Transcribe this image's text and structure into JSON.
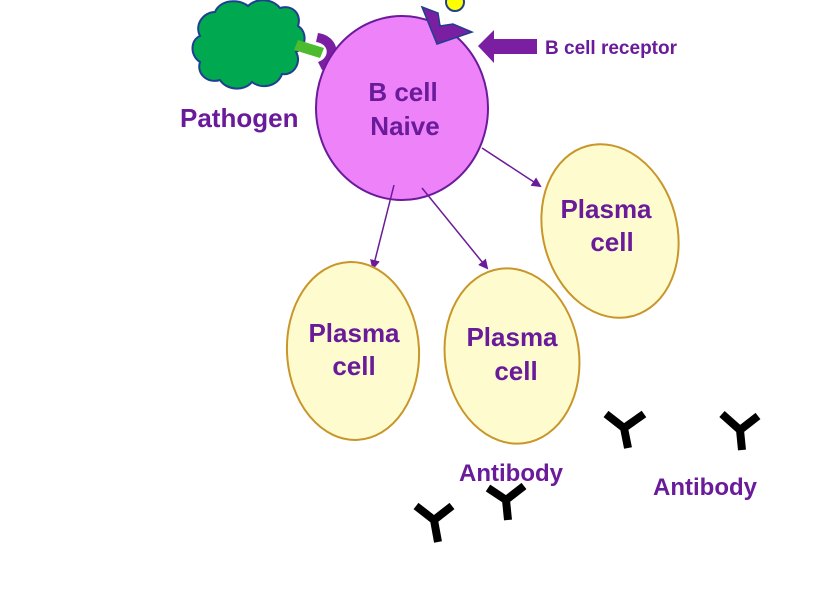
{
  "diagram": {
    "title": "B cell activation and antibody production",
    "colors": {
      "text": "#6a1b9a",
      "bcell_fill": "#ee82f8",
      "bcell_stroke": "#6a1b9a",
      "plasma_fill": "#fefccf",
      "plasma_stroke": "#c8962a",
      "pathogen_fill": "#00a84f",
      "pathogen_stroke": "#1f3f8f",
      "stem": "#4cbb2e",
      "receptor": "#7a1fa2",
      "antigen": "#ffff00",
      "antibody": "#000000"
    },
    "labels": {
      "pathogen": "Pathogen",
      "bcell_line1": "B cell",
      "bcell_line2": "Naive",
      "receptor": "B cell receptor",
      "plasma_line1": "Plasma",
      "plasma_line2": "cell",
      "antibody": "Antibody"
    },
    "plasma_cells": [
      {
        "line1": "Plasma",
        "line2": "cell"
      },
      {
        "line1": "Plasma",
        "line2": "cell"
      },
      {
        "line1": "Plasma",
        "line2": "cell"
      }
    ],
    "antibody_labels": [
      "Antibody",
      "Antibody"
    ],
    "edges": [
      {
        "from": "B cell Naive",
        "to": "Plasma cell (left)"
      },
      {
        "from": "B cell Naive",
        "to": "Plasma cell (middle)"
      },
      {
        "from": "B cell Naive",
        "to": "Plasma cell (right)"
      }
    ]
  }
}
